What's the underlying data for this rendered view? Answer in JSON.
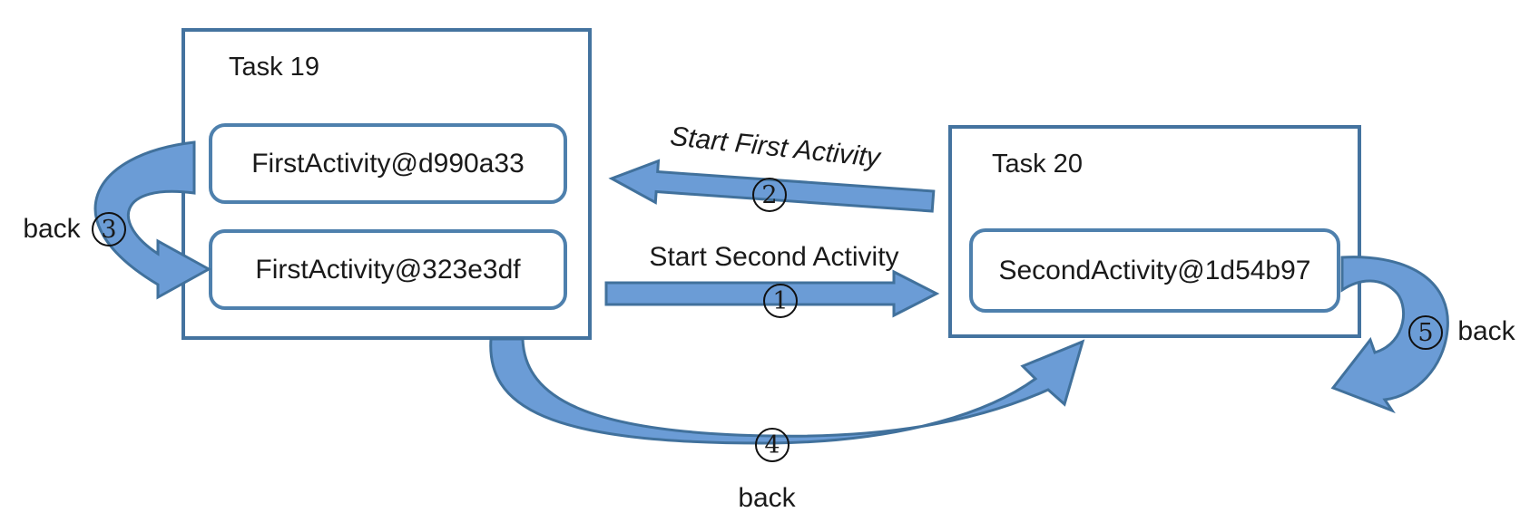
{
  "task19": {
    "title": "Task 19",
    "activity1": "FirstActivity@d990a33",
    "activity2": "FirstActivity@323e3df"
  },
  "task20": {
    "title": "Task 20",
    "activity1": "SecondActivity@1d54b97"
  },
  "arrows": {
    "start_first": {
      "number": "2",
      "label": "Start First Activity",
      "direction": "right-to-left"
    },
    "start_second": {
      "number": "1",
      "label": "Start Second Activity",
      "direction": "left-to-right"
    },
    "back_left": {
      "number": "3",
      "label": "back"
    },
    "back_bottom": {
      "number": "4",
      "label": "back"
    },
    "back_right": {
      "number": "5",
      "label": "back"
    }
  },
  "colors": {
    "arrow_fill": "#6b9cd6",
    "arrow_stroke": "#41719c",
    "box_border": "#44739f",
    "activity_border": "#4e80ad",
    "text": "#1a1a1a"
  }
}
